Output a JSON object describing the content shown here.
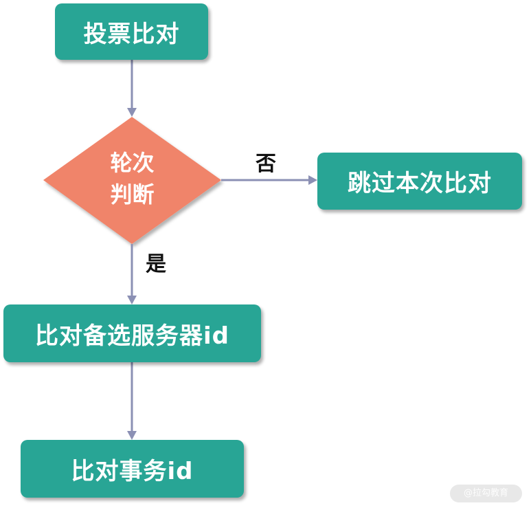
{
  "nodes": {
    "vote_compare": "投票比对",
    "round_check": {
      "line1": "轮次",
      "line2": "判断"
    },
    "skip": "跳过本次比对",
    "compare_server": "比对备选服务器id",
    "compare_txn": "比对事务id"
  },
  "edges": {
    "no_label": "否",
    "yes_label": "是"
  },
  "watermark": "@拉勾教育",
  "colors": {
    "process": "#28a595",
    "decision": "#f0846a",
    "arrow": "#8b90b4",
    "node_text": "#ffffff",
    "label_text": "#111111"
  }
}
